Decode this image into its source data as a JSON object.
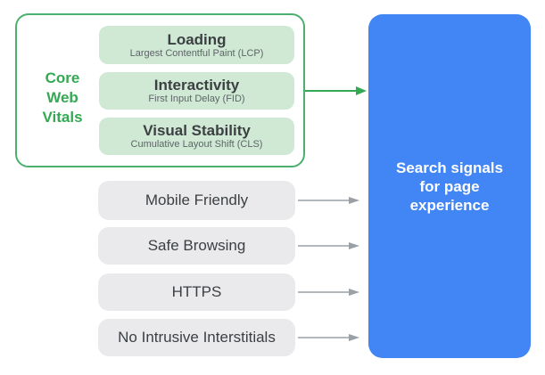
{
  "diagram": {
    "core_web_vitals": {
      "label_lines": [
        "Core",
        "Web",
        "Vitals"
      ],
      "items": [
        {
          "title": "Loading",
          "subtitle": "Largest Contentful Paint (LCP)"
        },
        {
          "title": "Interactivity",
          "subtitle": "First Input Delay (FID)"
        },
        {
          "title": "Visual Stability",
          "subtitle": "Cumulative Layout Shift (CLS)"
        }
      ]
    },
    "other_signals": [
      "Mobile Friendly",
      "Safe Browsing",
      "HTTPS",
      "No Intrusive Interstitials"
    ],
    "result": {
      "lines": [
        "Search signals",
        "for page",
        "experience"
      ]
    },
    "icons": {
      "green_arrow": "right-arrow-icon",
      "gray_arrow": "right-arrow-icon"
    },
    "colors": {
      "green_accent": "#34a853",
      "green_border": "#4caf6e",
      "green_fill": "#cfe9d5",
      "gray_fill": "#eaeaec",
      "blue_fill": "#4285f4",
      "dark_text": "#3c4043",
      "subtitle_text": "#5f6368",
      "white_text": "#ffffff",
      "gray_arrow": "#9aa0a6"
    }
  }
}
